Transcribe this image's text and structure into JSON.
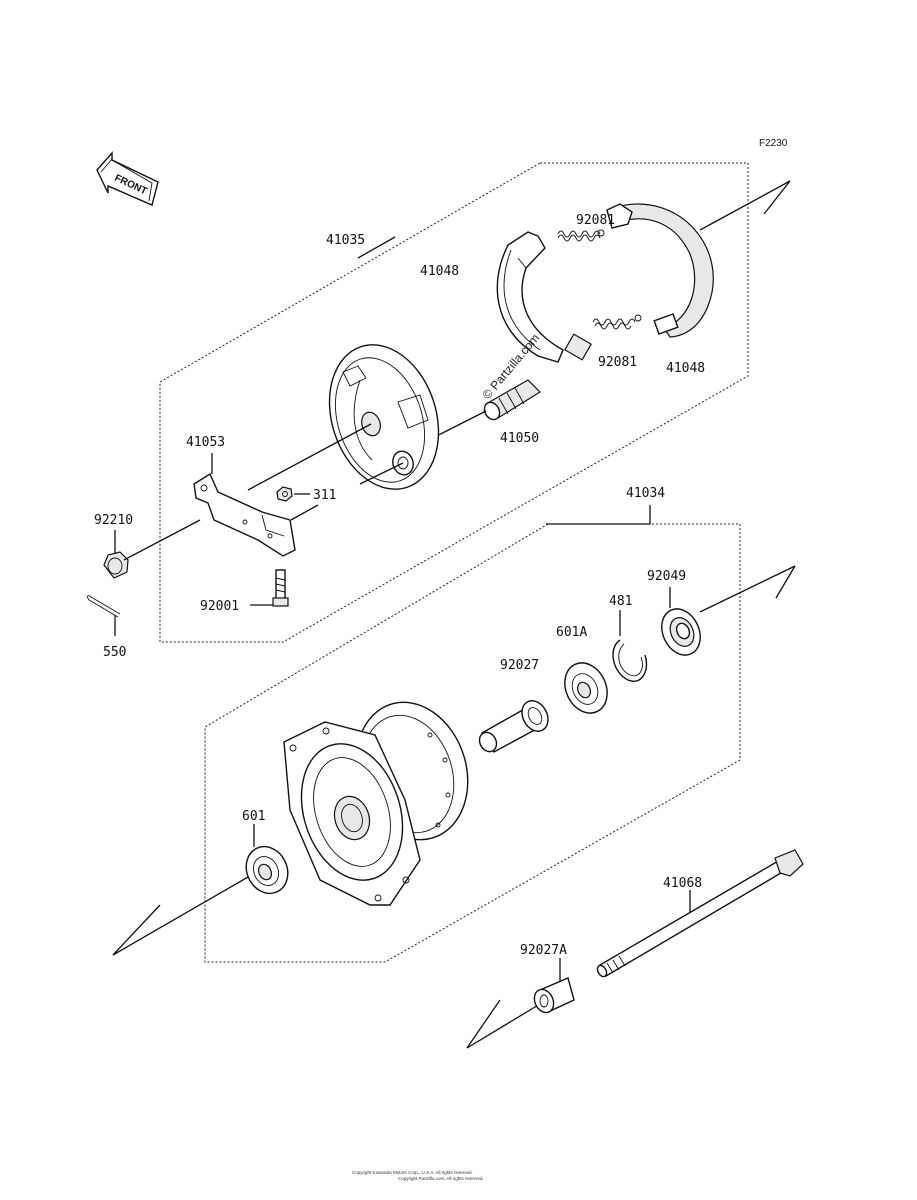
{
  "figure_code": "F2230",
  "front_label": "FRONT",
  "watermark": "© Partzilla.com",
  "copyright_line1": "Copyright Kawasaki Motors Corp., U.S.A. All rights reserved.",
  "copyright_line2": "Copyright Partzilla.com. All rights reserved.",
  "part_labels": {
    "p41035": "41035",
    "p41048_left": "41048",
    "p92081_top": "92081",
    "p92081_bottom": "92081",
    "p41048_right": "41048",
    "p41050": "41050",
    "p41053": "41053",
    "p311": "311",
    "p92210": "92210",
    "p92001": "92001",
    "p550": "550",
    "p41034": "41034",
    "p92049": "92049",
    "p481": "481",
    "p601A": "601A",
    "p92027": "92027",
    "p601": "601",
    "p41068": "41068",
    "p92027A": "92027A"
  }
}
